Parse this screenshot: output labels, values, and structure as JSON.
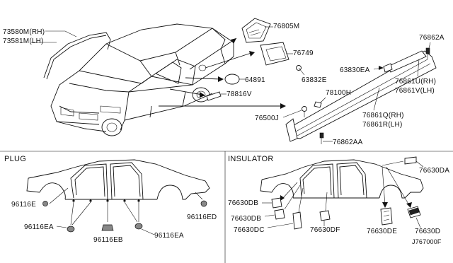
{
  "sections": {
    "plug": "PLUG",
    "insulator": "INSULATOR"
  },
  "parts_top": {
    "molding_rh": "73580M(RH)",
    "molding_lh": "73581M(LH)",
    "p76805M": "76805M",
    "p76749": "76749",
    "p63832E": "63832E",
    "p64891": "64891",
    "p78816V": "78816V",
    "p76862A": "76862A",
    "p63830EA": "63830EA",
    "p76861U": "76861U(RH)",
    "p76861V": "76861V(LH)",
    "p78100H": "78100H",
    "p76500J": "76500J",
    "p76861Q": "76861Q(RH)",
    "p76861R": "76861R(LH)",
    "p76862AA": "76862AA"
  },
  "parts_plug": {
    "p96116E": "96116E",
    "p96116EA_left": "96116EA",
    "p96116EB": "96116EB",
    "p96116EA_right": "96116EA",
    "p96116ED": "96116ED"
  },
  "parts_insulator": {
    "p76630DA": "76630DA",
    "p76630DB_1": "76630DB",
    "p76630DB_2": "76630DB",
    "p76630DC": "76630DC",
    "p76630DF": "76630DF",
    "p76630DE": "76630DE",
    "p76630D": "76630D"
  },
  "diagram_code": "J767000F"
}
